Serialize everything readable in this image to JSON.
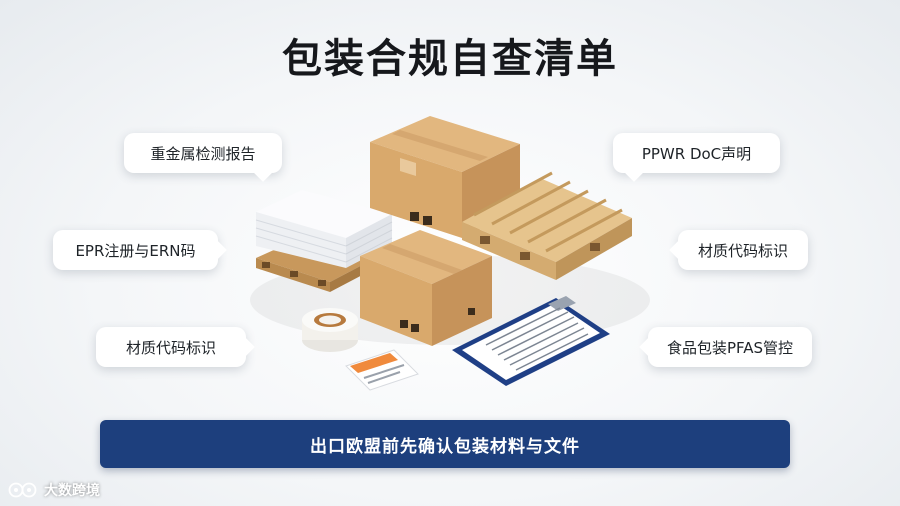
{
  "title": "包装合规自查清单",
  "callouts": {
    "top_left": "重金属检测报告",
    "mid_left": "EPR注册与ERN码",
    "bottom_left": "材质代码标识",
    "top_right": "PPWR DoC声明",
    "mid_right": "材质代码标识",
    "bottom_right": "食品包装PFAS管控"
  },
  "banner": "出口欧盟前先确认包装材料与文件",
  "watermark": "大数跨境",
  "colors": {
    "banner_bg": "#1d3f7d",
    "cardboard": "#d8a870",
    "pallet_wood": "#e2bf86",
    "clipboard": "#1f3f86"
  }
}
